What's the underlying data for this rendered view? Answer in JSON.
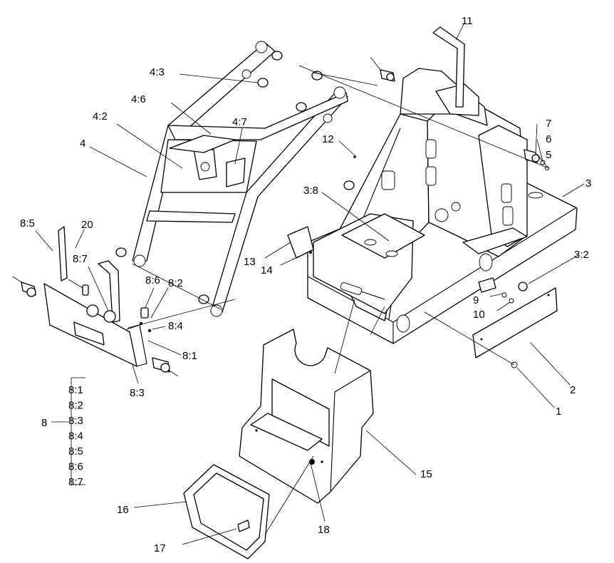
{
  "callouts": {
    "c1": "1",
    "c2": "2",
    "c3": "3",
    "c3_2": "3:2",
    "c3_8": "3:8",
    "c4": "4",
    "c4_2": "4:2",
    "c4_3": "4:3",
    "c4_6": "4:6",
    "c4_7": "4:7",
    "c5": "5",
    "c6": "6",
    "c7": "7",
    "c8": "8",
    "c8_1": "8:1",
    "c8_2": "8:2",
    "c8_3": "8:3",
    "c8_4": "8:4",
    "c8_5": "8:5",
    "c8_6": "8:6",
    "c8_7": "8:7",
    "c9": "9",
    "c10": "10",
    "c11": "11",
    "c12": "12",
    "c13": "13",
    "c14": "14",
    "c15": "15",
    "c16": "16",
    "c17": "17",
    "c18": "18",
    "c20": "20"
  },
  "kit_list": [
    "8:1",
    "8:2",
    "8:3",
    "8:4",
    "8:5",
    "8:6",
    "8:7"
  ]
}
